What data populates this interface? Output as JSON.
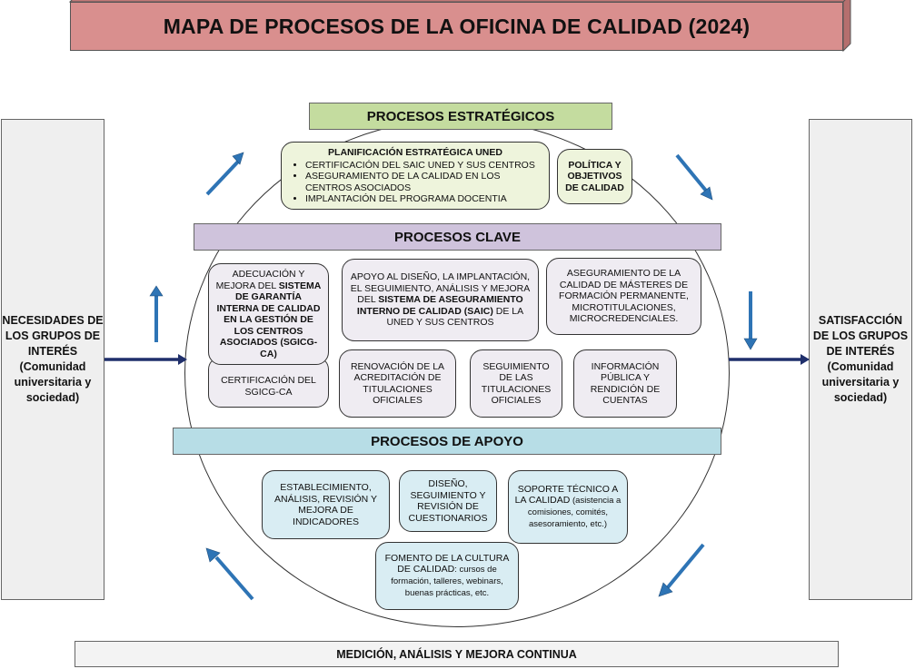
{
  "title": "MAPA DE PROCESOS DE LA OFICINA DE CALIDAD (2024)",
  "left_panel": {
    "line1": "NECESIDADES DE LOS GRUPOS DE INTERÉS",
    "line2": "(Comunidad universitaria y sociedad)"
  },
  "right_panel": {
    "line1": "SATISFACCIÓN DE LOS GRUPOS DE INTERÉS",
    "line2": "(Comunidad universitaria y sociedad)"
  },
  "bottom_bar": "MEDICIÓN, ANÁLISIS Y MEJORA CONTINUA",
  "strategic": {
    "header": "PROCESOS ESTRATÉGICOS",
    "plan_title": "PLANIFICACIÓN ESTRATÉGICA UNED",
    "plan_items": [
      "CERTIFICACIÓN DEL SAIC UNED Y SUS CENTROS",
      "ASEGURAMIENTO DE LA CALIDAD EN LOS CENTROS ASOCIADOS",
      "IMPLANTACIÓN DEL PROGRAMA DOCENTIA"
    ],
    "policy": "POLÍTICA Y OBJETIVOS DE CALIDAD"
  },
  "key": {
    "header": "PROCESOS CLAVE",
    "k1_a": "ADECUACIÓN Y MEJORA DEL ",
    "k1_b": "SISTEMA DE GARANTÍA INTERNA DE CALIDAD EN LA GESTIÓN DE LOS CENTROS ASOCIADOS (SGICG-CA)",
    "k2_a": "APOYO AL DISEÑO, LA IMPLANTACIÓN, EL SEGUIMIENTO, ANÁLISIS Y MEJORA DEL ",
    "k2_b": "SISTEMA DE ASEGURAMIENTO INTERNO DE CALIDAD (SAIC)",
    "k2_c": " DE LA UNED Y SUS CENTROS",
    "k3": "ASEGURAMIENTO DE LA CALIDAD DE MÁSTERES DE FORMACIÓN PERMANENTE, MICROTITULACIONES, MICROCREDENCIALES.",
    "k4": "CERTIFICACIÓN DEL SGICG-CA",
    "k5": "RENOVACIÓN DE LA ACREDITACIÓN DE TITULACIONES OFICIALES",
    "k6": "SEGUIMIENTO DE LAS TITULACIONES OFICIALES",
    "k7": "INFORMACIÓN PÚBLICA Y RENDICIÓN DE CUENTAS"
  },
  "support": {
    "header": "PROCESOS DE APOYO",
    "a1": "ESTABLECIMIENTO, ANÁLISIS, REVISIÓN Y MEJORA DE INDICADORES",
    "a2": "DISEÑO, SEGUIMIENTO Y REVISIÓN DE CUESTIONARIOS",
    "a3_a": "SOPORTE TÉCNICO A LA CALIDAD",
    "a3_b": " (asistencia a comisiones, comités, asesoramiento, etc.)",
    "a4_a": "FOMENTO DE LA CULTURA DE CALIDAD",
    "a4_b": ": cursos de formación, talleres, webinars, buenas prácticas, etc."
  },
  "colors": {
    "title": "#d98f8e",
    "strategic": "#c4dc9f",
    "key": "#cfc3dc",
    "support": "#b7dde6",
    "arrow_blue": "#2e74b5",
    "arrow_navy": "#1f2f6b"
  }
}
